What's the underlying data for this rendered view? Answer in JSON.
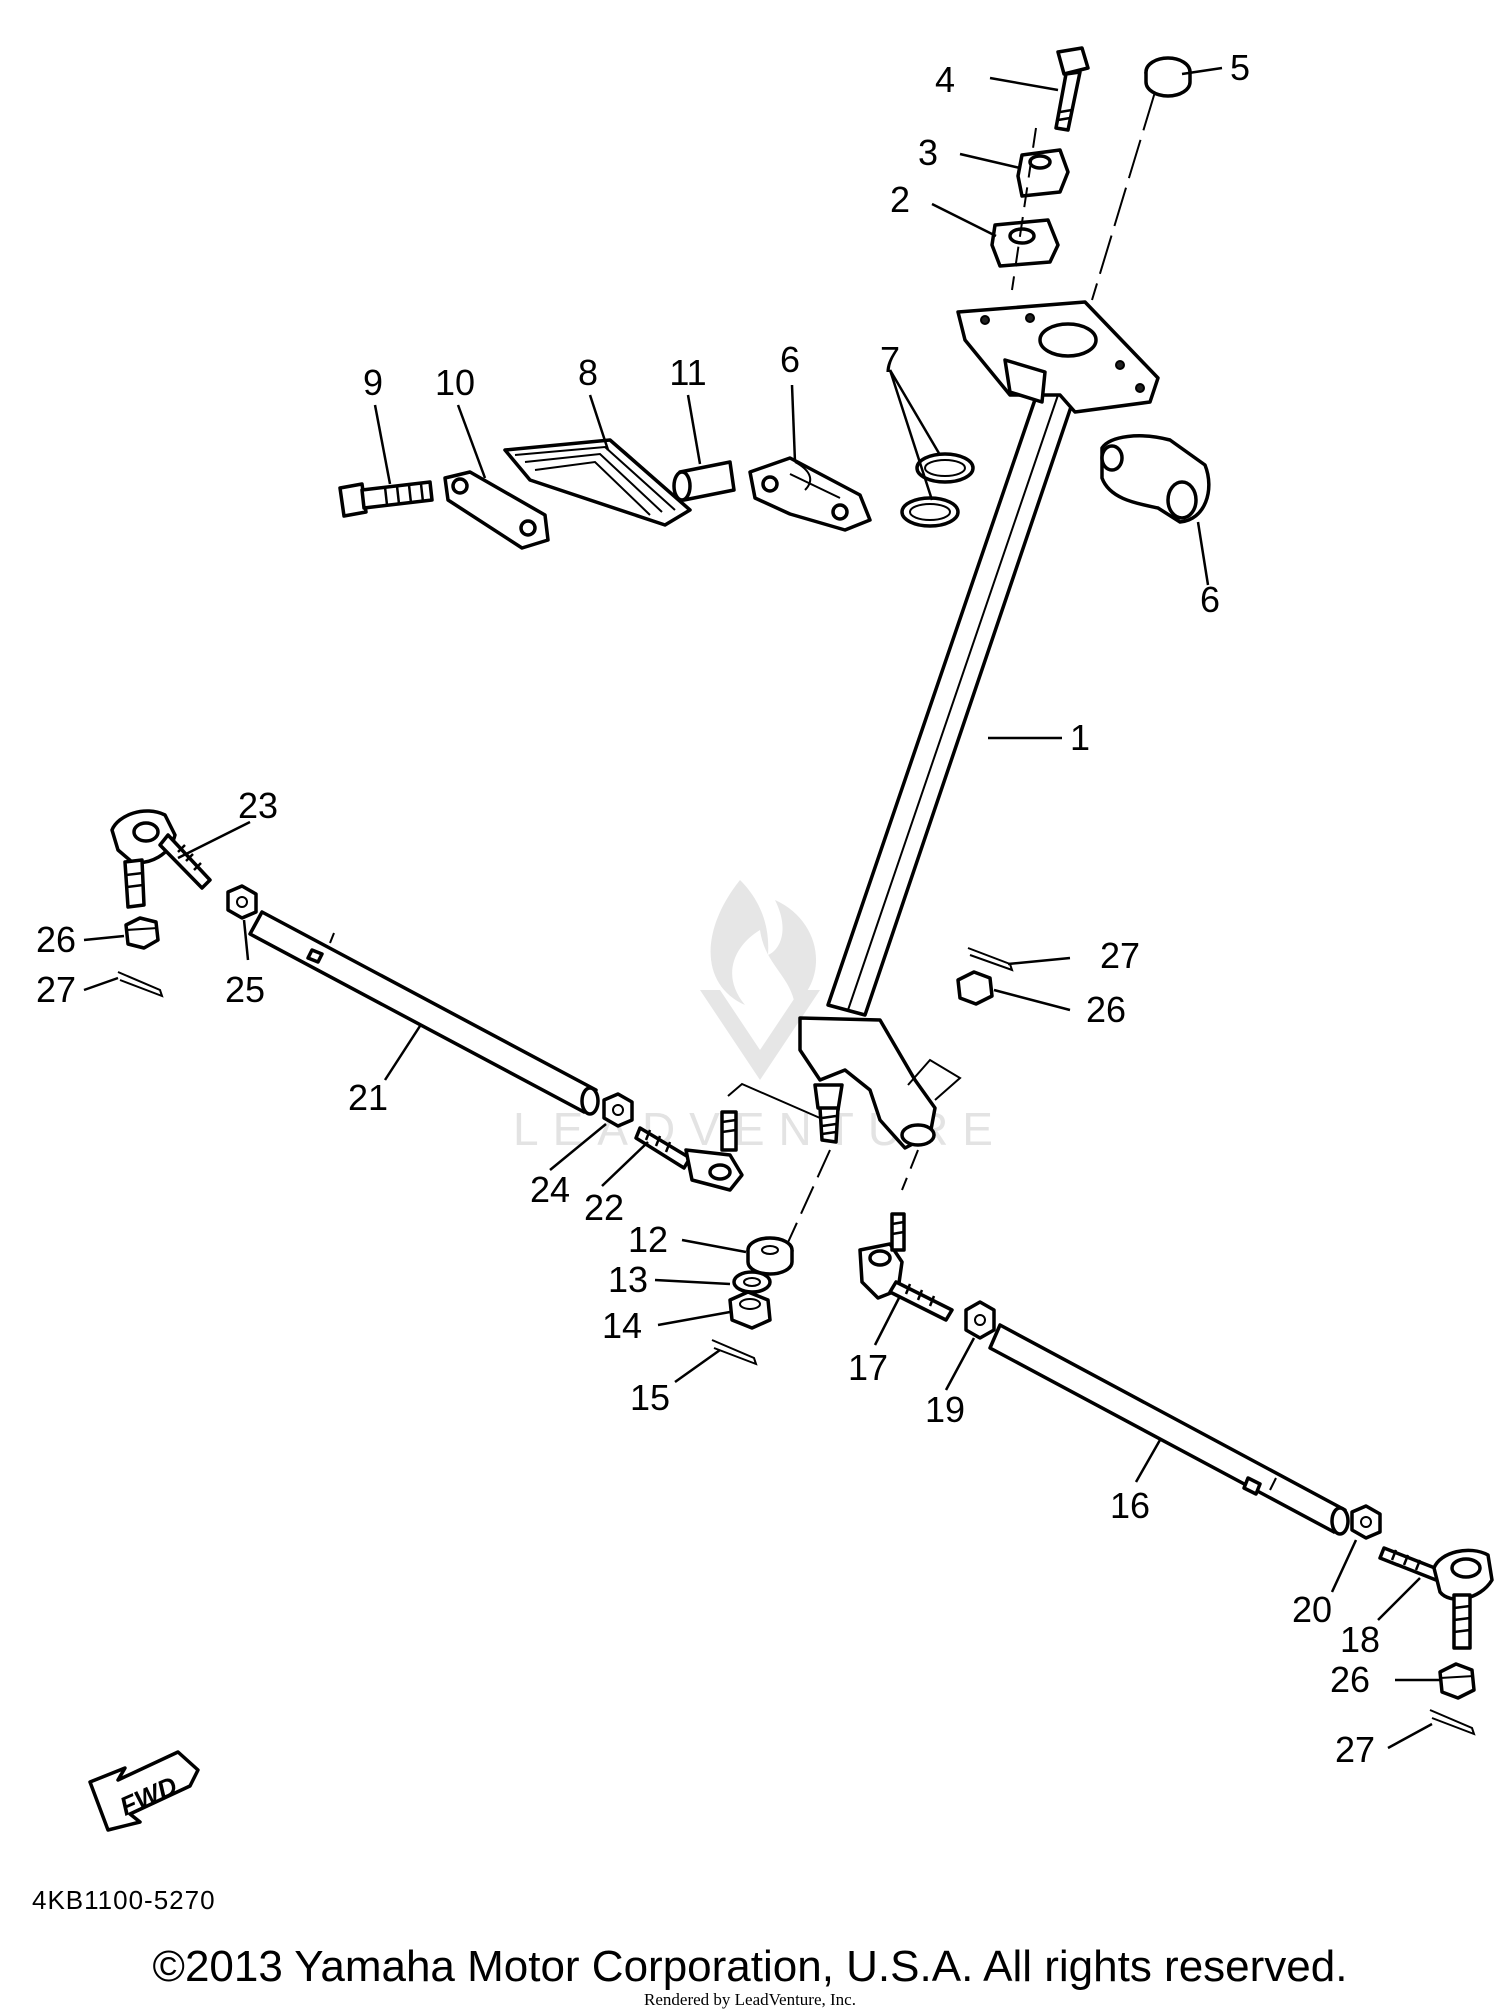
{
  "diagram": {
    "title": "",
    "code": "4KB1100-5270",
    "fwd_label": "FWD",
    "watermark_text": "LEADVENTURE",
    "callouts": {
      "c1": "1",
      "c2": "2",
      "c3": "3",
      "c4": "4",
      "c5": "5",
      "c6a": "6",
      "c6b": "6",
      "c7": "7",
      "c8": "8",
      "c9": "9",
      "c10": "10",
      "c11": "11",
      "c12": "12",
      "c13": "13",
      "c14": "14",
      "c15": "15",
      "c16": "16",
      "c17": "17",
      "c18": "18",
      "c19": "19",
      "c20": "20",
      "c21": "21",
      "c22": "22",
      "c23": "23",
      "c24": "24",
      "c25": "25",
      "c26a": "26",
      "c26b": "26",
      "c26c": "26",
      "c27a": "27",
      "c27b": "27",
      "c27c": "27"
    }
  },
  "footer": {
    "copyright": "©2013 Yamaha Motor Corporation, U.S.A. All rights reserved.",
    "rendered_by": "Rendered by LeadVenture, Inc."
  }
}
